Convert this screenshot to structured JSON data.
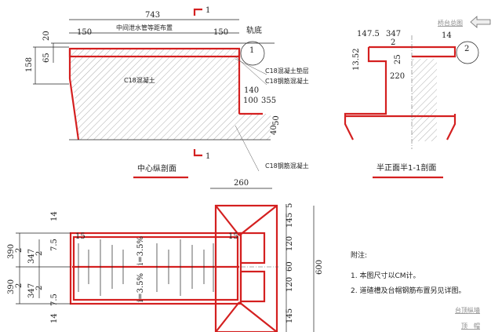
{
  "titles": {
    "center_section": "中心纵剖面",
    "half_section": "半正面半1-1剖面"
  },
  "labels": {
    "drain_note": "中间泄水管等距布置",
    "rail_base": "轨底",
    "cushion": "C18混凝土垫层",
    "rc1": "C18钢筋混凝土",
    "plain": "C18混凝土",
    "rc2": "C18钢筋混凝土",
    "sec_mark": "1",
    "detail1": "1",
    "detail2": "2"
  },
  "dims": {
    "d743": "743",
    "d150a": "150",
    "d150b": "150",
    "d20": "20",
    "d65": "65",
    "d158": "158",
    "d140": "140",
    "d100": "100",
    "d355": "355",
    "d15": "15",
    "d5": "5",
    "d50": "50",
    "d40": "40",
    "d14a": "14",
    "d75a": "7.5",
    "d347": "347",
    "d2": "2",
    "d14b": "14",
    "d1352": "13.52",
    "d25": "25",
    "d220": "220",
    "d260": "260",
    "p5": "5",
    "p145a": "145",
    "p120a": "120",
    "p60": "60",
    "p120b": "120",
    "p145b": "145",
    "p600": "600",
    "p390a": "390",
    "p2a": "2",
    "p347a": "347",
    "p2b": "2",
    "p75a": "7.5",
    "p14a": "14",
    "p390b": "390",
    "p2c": "2",
    "p347b": "347",
    "p2d": "2",
    "p75b": "7.5",
    "p14b": "14",
    "pl15": "15",
    "pr15": "15",
    "slope1": "i=3.5%",
    "slope2": "i=3.5%"
  },
  "notes": {
    "heading": "附注:",
    "n1": "1. 本图尺寸以CM计。",
    "n2": "2. 道碴槽及台帽钢筋布置另见详图。"
  },
  "nav": {
    "overview": "桥台总图",
    "wall": "台顶纵墙",
    "cap": "顶　帽"
  },
  "colors": {
    "accent": "#d42020",
    "line": "#222222"
  }
}
